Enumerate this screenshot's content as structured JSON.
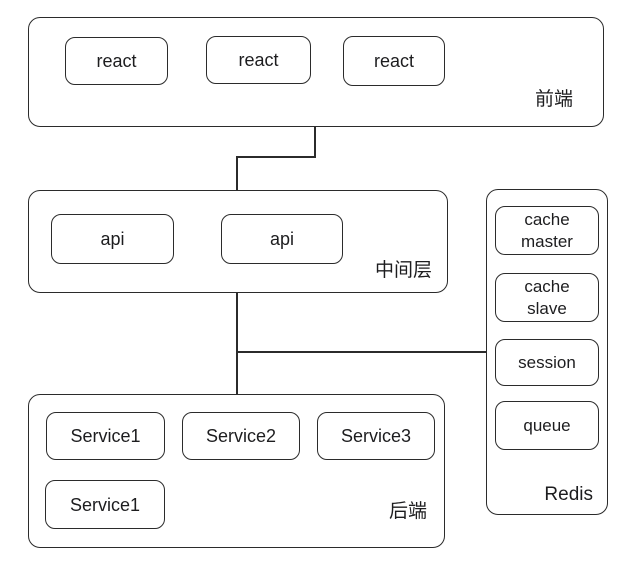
{
  "colors": {
    "border": "#2b2b2b",
    "background": "#ffffff",
    "text": "#1d1d1f"
  },
  "groups": {
    "frontend": {
      "label": "前端",
      "nodes": [
        "react",
        "react",
        "react"
      ]
    },
    "middleware": {
      "label": "中间层",
      "nodes": [
        "api",
        "api"
      ]
    },
    "backend": {
      "label": "后端",
      "nodes": [
        "Service1",
        "Service2",
        "Service3",
        "Service1"
      ]
    },
    "redis": {
      "label": "Redis",
      "nodes": [
        "cache master",
        "cache slave",
        "session",
        "queue"
      ]
    }
  }
}
